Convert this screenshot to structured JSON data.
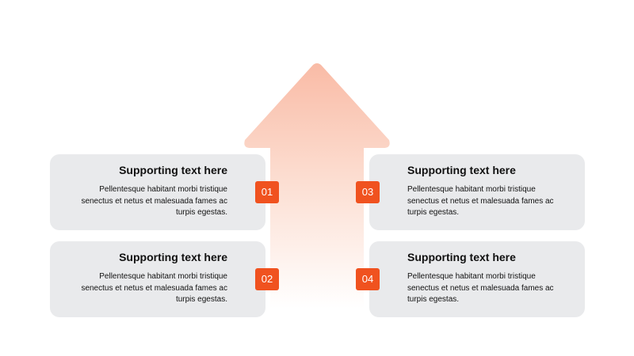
{
  "colors": {
    "accent": "#f0521f",
    "arrow_top": "#f9bba6",
    "arrow_bottom": "#ffffff",
    "card_bg": "#e9eaec"
  },
  "steps": [
    {
      "number": "01",
      "title": "Supporting text here",
      "text": "Pellentesque habitant morbi tristique senectus et netus et malesuada fames ac turpis egestas."
    },
    {
      "number": "02",
      "title": "Supporting text here",
      "text": "Pellentesque habitant morbi tristique senectus et netus et malesuada fames ac turpis egestas."
    },
    {
      "number": "03",
      "title": "Supporting text here",
      "text": "Pellentesque habitant morbi tristique senectus et netus et malesuada fames ac turpis egestas."
    },
    {
      "number": "04",
      "title": "Supporting text here",
      "text": "Pellentesque habitant morbi tristique senectus et netus et malesuada fames ac turpis egestas."
    }
  ]
}
